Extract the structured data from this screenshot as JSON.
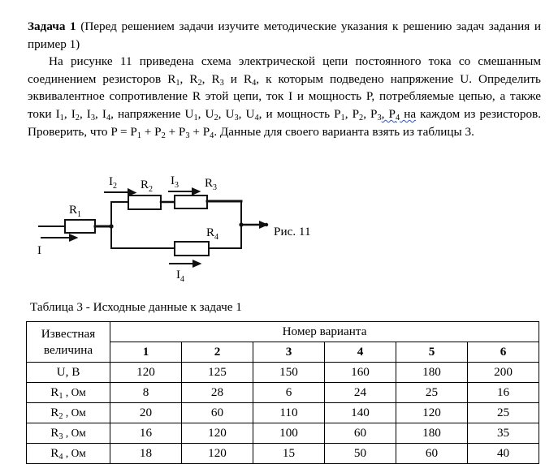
{
  "document": {
    "problem": {
      "title_bold": "Задача 1",
      "title_rest": " (Перед решением задачи изучите методические указания к решению задач задания и пример 1)",
      "paragraph_part1": "На рисунке 11 приведена схема электрической цепи постоянного тока со смешанным соединением резисторов R",
      "r1": "1",
      "sep1": ", R",
      "r2": "2",
      "sep2": ", R",
      "r3": "3",
      "sep3": " и R",
      "r4": "4",
      "paragraph_part2": ", к которым подведено напряжение U. Определить эквивалентное сопротивление R этой цепи, ток I и мощность Р, потребляемые цепью, а также токи I",
      "i1": "1",
      "i_sep1": ", I",
      "i2": "2",
      "i_sep2": ", I",
      "i3": "3",
      "i_sep3": ", I",
      "i4": "4",
      "paragraph_part3": ", напряжение U",
      "u1": "1",
      "u_sep1": ", U",
      "u2": "2",
      "u_sep2": ", U",
      "u3": "3",
      "u_sep3": ", U",
      "u4": "4",
      "paragraph_part4": ", и мощность P",
      "pw1": "1",
      "p_sep1": ", P",
      "pw2": "2",
      "p_sep2": ", P",
      "pw3": "3",
      "p_sep3": ", P",
      "pw4": "4",
      "spellchecked_text": " на",
      "paragraph_part5": " каждом из резисторов. Проверить, что P = P",
      "sum1": "1",
      "sum_sep1": " + P",
      "sum2": "2",
      "sum_sep2": " + P",
      "sum3": "3",
      "sum_sep3": " + P",
      "sum4": "4",
      "paragraph_part6": ". Данные для своего варианта взять из таблицы 3."
    },
    "figure": {
      "caption": "Рис. 11",
      "labels": {
        "r1": "R",
        "r1_sub": "1",
        "r2": "R",
        "r2_sub": "2",
        "r3": "R",
        "r3_sub": "3",
        "r4": "R",
        "r4_sub": "4",
        "i": "I",
        "i2": "I",
        "i2_sub": "2",
        "i3": "I",
        "i3_sub": "3",
        "i4": "I",
        "i4_sub": "4"
      }
    },
    "table": {
      "caption": "Таблица 3 - Исходные данные к задаче 1",
      "header_known_line1": "Известная",
      "header_known_line2": "величина",
      "header_variant": "Номер варианта",
      "variant_numbers": [
        "1",
        "2",
        "3",
        "4",
        "5",
        "6"
      ],
      "rows": [
        {
          "label": "U, В",
          "values": [
            "120",
            "125",
            "150",
            "160",
            "180",
            "200"
          ]
        },
        {
          "label": "R",
          "label_sub": "1",
          "label_tail": " , Ом",
          "values": [
            "8",
            "28",
            "6",
            "24",
            "25",
            "16"
          ]
        },
        {
          "label": "R",
          "label_sub": "2",
          "label_tail": " , Ом",
          "values": [
            "20",
            "60",
            "110",
            "140",
            "120",
            "25"
          ]
        },
        {
          "label": "R",
          "label_sub": "3",
          "label_tail": " , Ом",
          "values": [
            "16",
            "120",
            "100",
            "60",
            "180",
            "35"
          ]
        },
        {
          "label": "R",
          "label_sub": "4",
          "label_tail": " , Ом",
          "values": [
            "18",
            "120",
            "15",
            "50",
            "60",
            "40"
          ]
        }
      ]
    }
  },
  "colors": {
    "text": "#000000",
    "background": "#ffffff",
    "spellcheck_underline": "#2a52d0",
    "rule": "#000000"
  }
}
